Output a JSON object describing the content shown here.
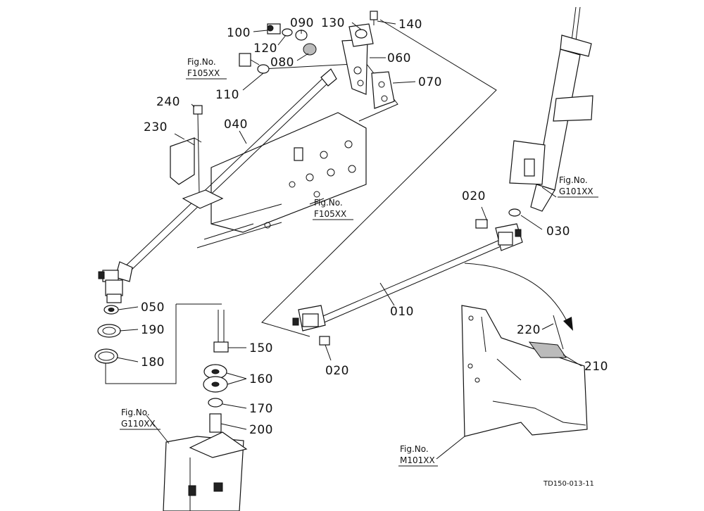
{
  "diagram": {
    "part_labels": {
      "p010": "010",
      "p020a": "020",
      "p020b": "020",
      "p030": "030",
      "p040": "040",
      "p050": "050",
      "p060": "060",
      "p070": "070",
      "p080": "080",
      "p090": "090",
      "p100": "100",
      "p110": "110",
      "p120": "120",
      "p130": "130",
      "p140": "140",
      "p150": "150",
      "p160": "160",
      "p170": "170",
      "p180": "180",
      "p190": "190",
      "p200": "200",
      "p210": "210",
      "p220": "220",
      "p230": "230",
      "p240": "240"
    },
    "figure_refs": {
      "f105_top": {
        "heading": "Fig.No.",
        "code": "F105XX"
      },
      "f105_mid": {
        "heading": "Fig.No.",
        "code": "F105XX"
      },
      "g101": {
        "heading": "Fig.No.",
        "code": "G101XX"
      },
      "g110": {
        "heading": "Fig.No.",
        "code": "G110XX"
      },
      "m101": {
        "heading": "Fig.No.",
        "code": "M101XX"
      }
    },
    "drawing_code": "TD150-013-11"
  }
}
